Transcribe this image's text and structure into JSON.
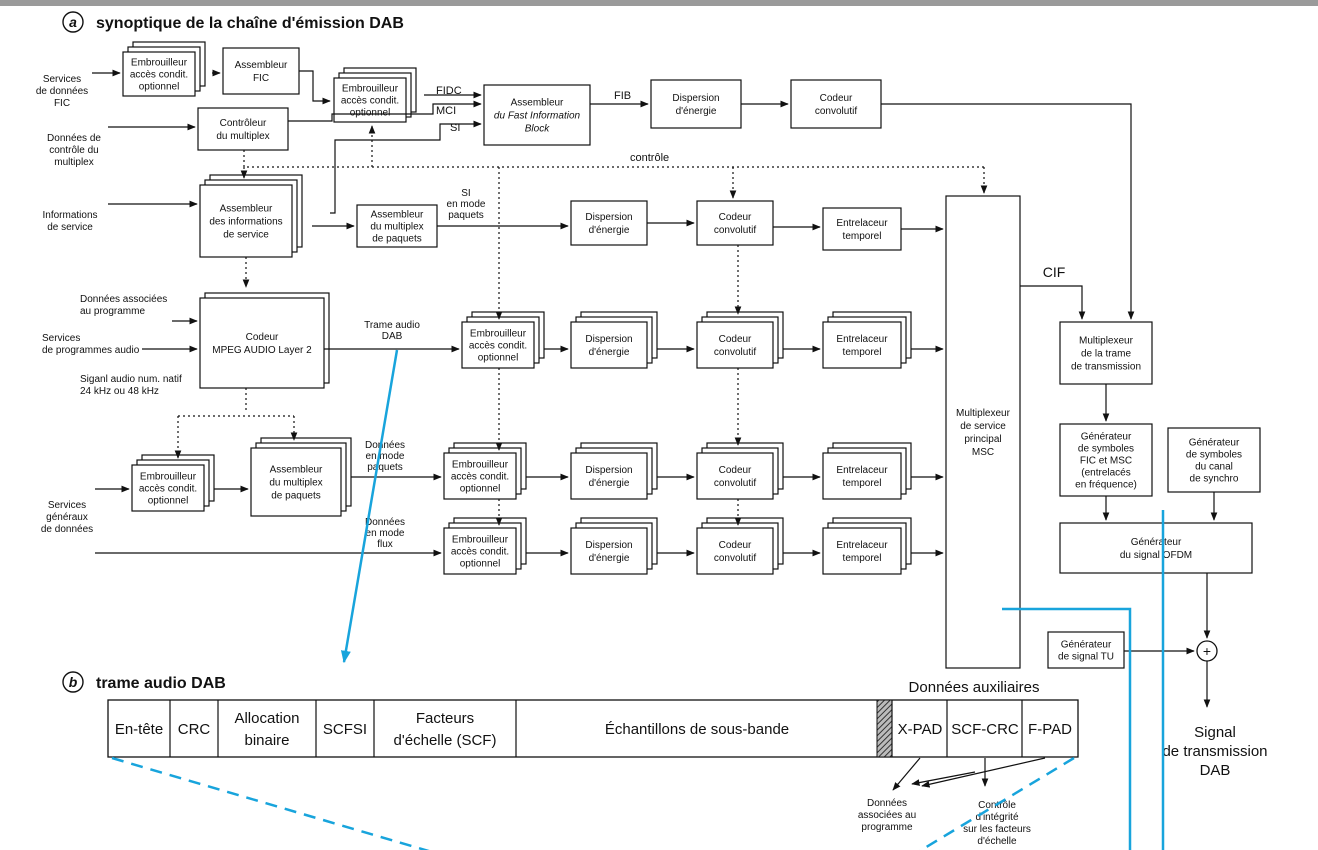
{
  "section_a": {
    "letter": "a",
    "title": "synoptique de la chaîne d'émission DAB"
  },
  "section_b": {
    "letter": "b",
    "title": "trame audio DAB"
  },
  "inputs": {
    "fic": [
      "Services",
      "de données",
      "FIC"
    ],
    "ctrl": [
      "Données de",
      "contrôle du",
      "multiplex"
    ],
    "info": [
      "Informations",
      "de service"
    ],
    "assoc": [
      "Données associées",
      "au programme"
    ],
    "audio": [
      "Services",
      "de programmes audio"
    ],
    "native": [
      "Siganl audio num. natif",
      "24 kHz ou 48 kHz"
    ],
    "general": [
      "Services",
      "généraux",
      "de données"
    ]
  },
  "blocks": {
    "scrambler": [
      "Embrouilleur",
      "accès condit.",
      "optionnel"
    ],
    "fic_assembler": [
      "Assembleur",
      "FIC"
    ],
    "mux_controller": [
      "Contrôleur",
      "du multiplex"
    ],
    "fib_assembler": [
      "Assembleur",
      "du Fast Information",
      "Block"
    ],
    "dispersion": [
      "Dispersion",
      "d'énergie"
    ],
    "conv_coder": [
      "Codeur",
      "convolutif"
    ],
    "info_assembler": [
      "Assembleur",
      "des informations",
      "de service"
    ],
    "packet_mux_assembler": [
      "Assembleur",
      "du multiplex",
      "de paquets"
    ],
    "interleaver": [
      "Entrelaceur",
      "temporel"
    ],
    "mpeg_coder": [
      "Codeur",
      "MPEG AUDIO Layer 2"
    ],
    "msc_mux": [
      "Multiplexeur",
      "de service",
      "principal",
      "MSC"
    ],
    "frame_mux": [
      "Multiplexeur",
      "de la trame",
      "de transmission"
    ],
    "fic_msc_gen": [
      "Générateur",
      "de symboles",
      "FIC et MSC",
      "(entrelacés",
      "en fréquence)"
    ],
    "sync_gen": [
      "Générateur",
      "de symboles",
      "du canal",
      "de synchro"
    ],
    "ofdm_gen": [
      "Générateur",
      "du signal OFDM"
    ],
    "tu_gen": [
      "Générateur",
      "de signal TU"
    ]
  },
  "labels": {
    "fidc": "FIDC",
    "mci": "MCI",
    "si": "SI",
    "fib": "FIB",
    "controle": "contrôle",
    "si_packets": [
      "SI",
      "en mode",
      "paquets"
    ],
    "audio_frame": [
      "Trame audio",
      "DAB"
    ],
    "data_packets": [
      "Données",
      "en mode",
      "paquets"
    ],
    "data_stream": [
      "Données",
      "en mode",
      "flux"
    ],
    "cif": "CIF",
    "sum": "+",
    "output": [
      "Signal",
      "de transmission",
      "DAB"
    ]
  },
  "frame": {
    "fields": [
      "En-tête",
      "CRC",
      "Allocation binaire",
      "SCFSI",
      "Facteurs d'échelle (SCF)",
      "Échantillons de sous-bande",
      "X-PAD",
      "SCF-CRC",
      "F-PAD"
    ],
    "field_lines": {
      "alloc": [
        "Allocation",
        "binaire"
      ],
      "scf": [
        "Facteurs",
        "d'échelle (SCF)"
      ]
    },
    "aux_label": "Données auxiliaires",
    "note_pad": [
      "Données",
      "associées au",
      "programme"
    ],
    "note_crc": [
      "Contrôle",
      "d'intégrité",
      "sur les facteurs",
      "d'échelle"
    ]
  },
  "colors": {
    "ink": "#111111",
    "highlight": "#18a4dc",
    "topbar": "#9a9a9a"
  }
}
